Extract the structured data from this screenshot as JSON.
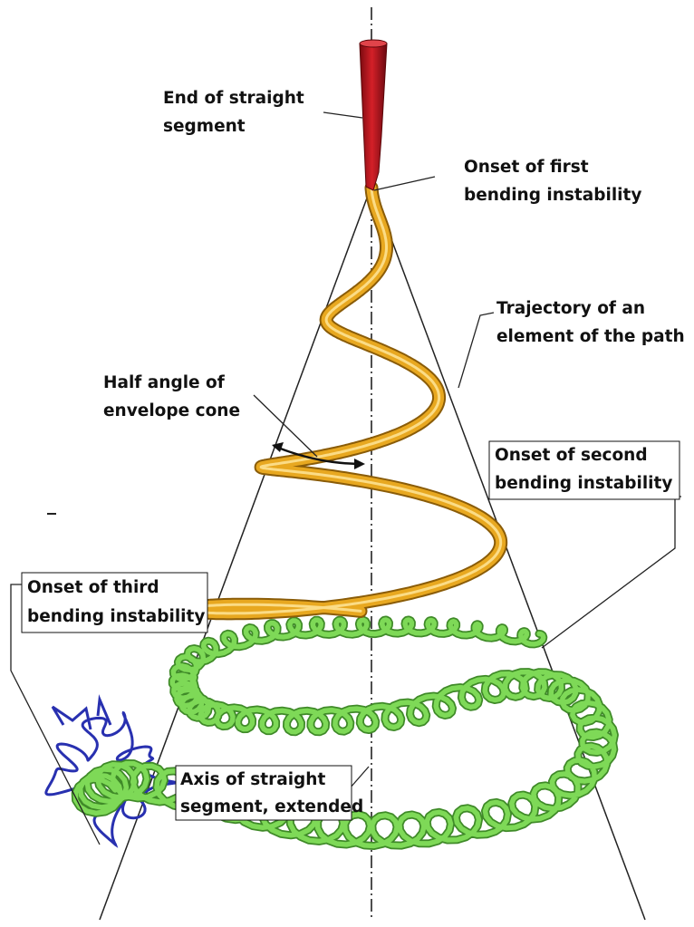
{
  "labels": {
    "end_straight": [
      "End of straight",
      "segment"
    ],
    "onset_first": [
      "Onset of first",
      "bending instability"
    ],
    "trajectory": [
      "Trajectory of an",
      "element of the path"
    ],
    "half_angle": [
      "Half angle of",
      "envelope cone"
    ],
    "onset_second": [
      "Onset of second",
      "bending instability"
    ],
    "onset_third": [
      "Onset of third",
      "bending instability"
    ],
    "axis": [
      "Axis of straight",
      "segment, extended"
    ]
  },
  "colors": {
    "straight_segment": "#b5121b",
    "first_instability": "#e8a820",
    "second_instability": "#7ed957",
    "third_instability": "#2830b0",
    "lines": "#222222"
  }
}
